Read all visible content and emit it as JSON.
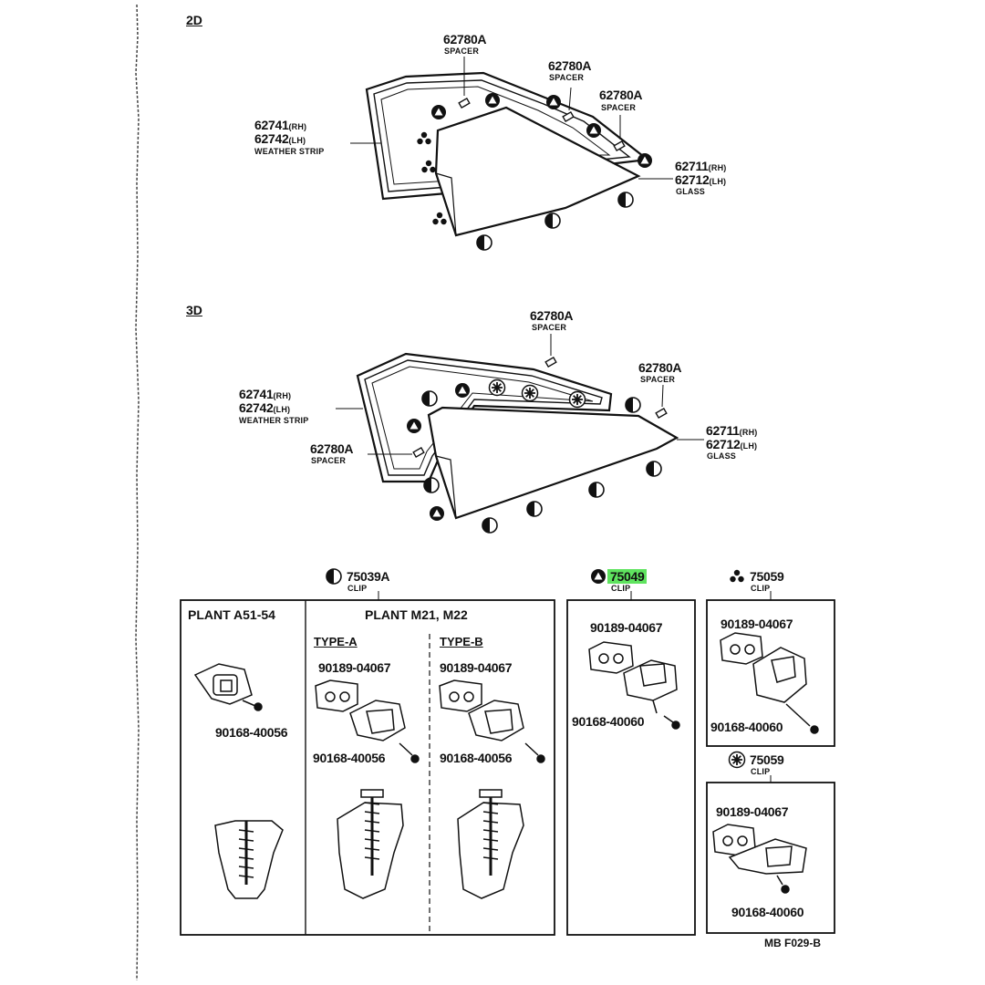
{
  "sections": {
    "two_door": {
      "title": "2D",
      "spacer_1": {
        "part": "62780A",
        "name": "SPACER"
      },
      "spacer_2": {
        "part": "62780A",
        "name": "SPACER"
      },
      "spacer_3": {
        "part": "62780A",
        "name": "SPACER"
      },
      "weather_strip": {
        "rh": "62741",
        "rh_tag": "(RH)",
        "lh": "62742",
        "lh_tag": "(LH)",
        "name": "WEATHER STRIP"
      },
      "glass": {
        "rh": "62711",
        "rh_tag": "(RH)",
        "lh": "62712",
        "lh_tag": "(LH)",
        "name": "GLASS"
      }
    },
    "three_door": {
      "title": "3D",
      "spacer_1": {
        "part": "62780A",
        "name": "SPACER"
      },
      "spacer_2": {
        "part": "62780A",
        "name": "SPACER"
      },
      "spacer_3": {
        "part": "62780A",
        "name": "SPACER"
      },
      "weather_strip": {
        "rh": "62741",
        "rh_tag": "(RH)",
        "lh": "62742",
        "lh_tag": "(LH)",
        "name": "WEATHER STRIP"
      },
      "glass": {
        "rh": "62711",
        "rh_tag": "(RH)",
        "lh": "62712",
        "lh_tag": "(LH)",
        "name": "GLASS"
      }
    }
  },
  "clips": {
    "clip_75039a": {
      "part": "75039A",
      "name": "CLIP",
      "plant_a": {
        "header": "PLANT  A51-54",
        "screw": "90168-40056"
      },
      "plant_m": {
        "header": "PLANT M21, M22",
        "type_a": {
          "label": "TYPE-A",
          "nut": "90189-04067",
          "screw": "90168-40056"
        },
        "type_b": {
          "label": "TYPE-B",
          "nut": "90189-04067",
          "screw": "90168-40056"
        }
      }
    },
    "clip_75049": {
      "part": "75049",
      "name": "CLIP",
      "nut": "90189-04067",
      "screw": "90168-40060",
      "highlight": "#5fe35f"
    },
    "clip_75059_a": {
      "part": "75059",
      "name": "CLIP",
      "nut": "90189-04067",
      "screw": "90168-40060"
    },
    "clip_75059_b": {
      "part": "75059",
      "name": "CLIP",
      "nut": "90189-04067",
      "screw": "90168-40060"
    }
  },
  "footer": {
    "code": "MB  F029-B"
  }
}
